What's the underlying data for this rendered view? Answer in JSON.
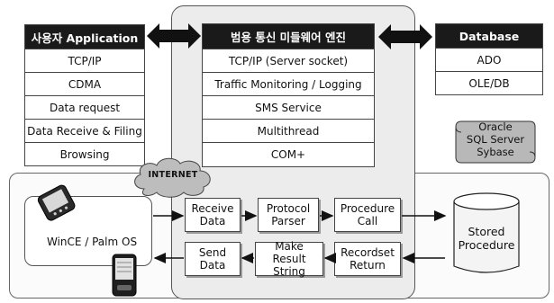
{
  "user_app": {
    "title": "사용자 Application",
    "rows": [
      "TCP/IP",
      "CDMA",
      "Data request",
      "Data Receive & Filing",
      "Browsing"
    ]
  },
  "middleware": {
    "title": "범용 통신 미들웨어 엔진",
    "rows": [
      "TCP/IP (Server socket)",
      "Traffic Monitoring / Logging",
      "SMS Service",
      "Multithread",
      "COM+"
    ]
  },
  "database": {
    "title": "Database",
    "rows": [
      "ADO",
      "OLE/DB"
    ]
  },
  "db_products": [
    "Oracle",
    "SQL Server",
    "Sybase"
  ],
  "internet_label": "INTERNET",
  "device_label": "WinCE / Palm OS",
  "process_top": [
    {
      "lines": [
        "Receive",
        "Data"
      ]
    },
    {
      "lines": [
        "Protocol",
        "Parser"
      ]
    },
    {
      "lines": [
        "Procedure",
        "Call"
      ]
    }
  ],
  "process_bottom": [
    {
      "lines": [
        "Send",
        "Data"
      ]
    },
    {
      "lines": [
        "Make",
        "Result String"
      ]
    },
    {
      "lines": [
        "Recordset",
        "Return"
      ]
    }
  ],
  "stored_procedure": [
    "Stored",
    "Procedure"
  ],
  "colors": {
    "header_bg": "#1a1a1a",
    "panel_bg": "#ececec",
    "db_scroll": "#b8b8b8"
  }
}
